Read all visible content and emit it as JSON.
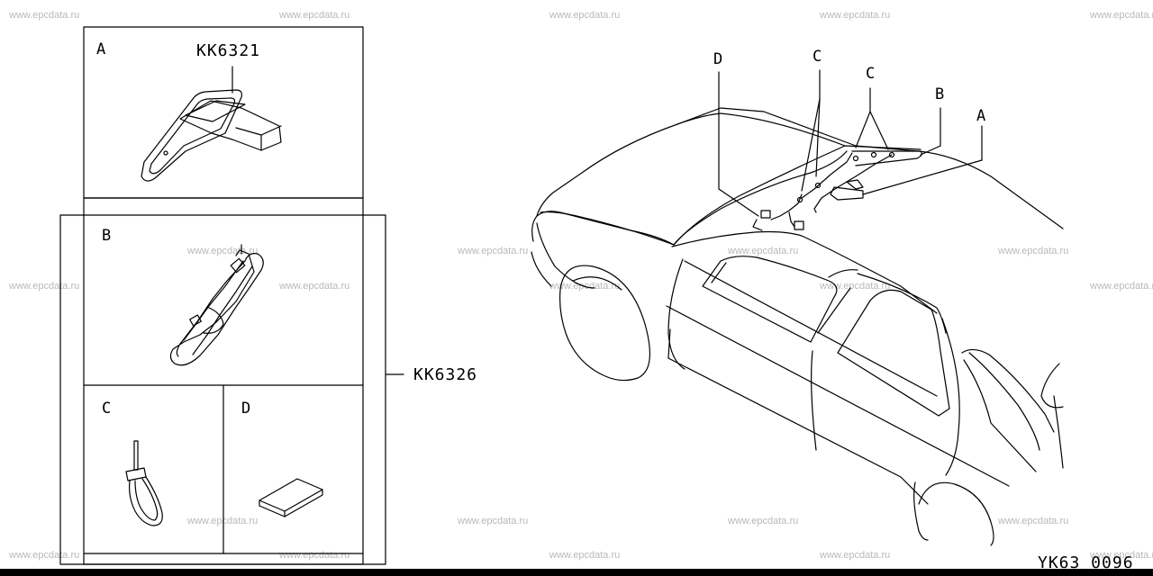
{
  "watermark": "www.epcdata.ru",
  "callouts": {
    "A": "A",
    "B": "B",
    "C": "C",
    "D": "D"
  },
  "part_numbers": {
    "kit_a": "KK6321",
    "kit_bcd": "KK6326"
  },
  "diagram_code": "YK63 0096"
}
